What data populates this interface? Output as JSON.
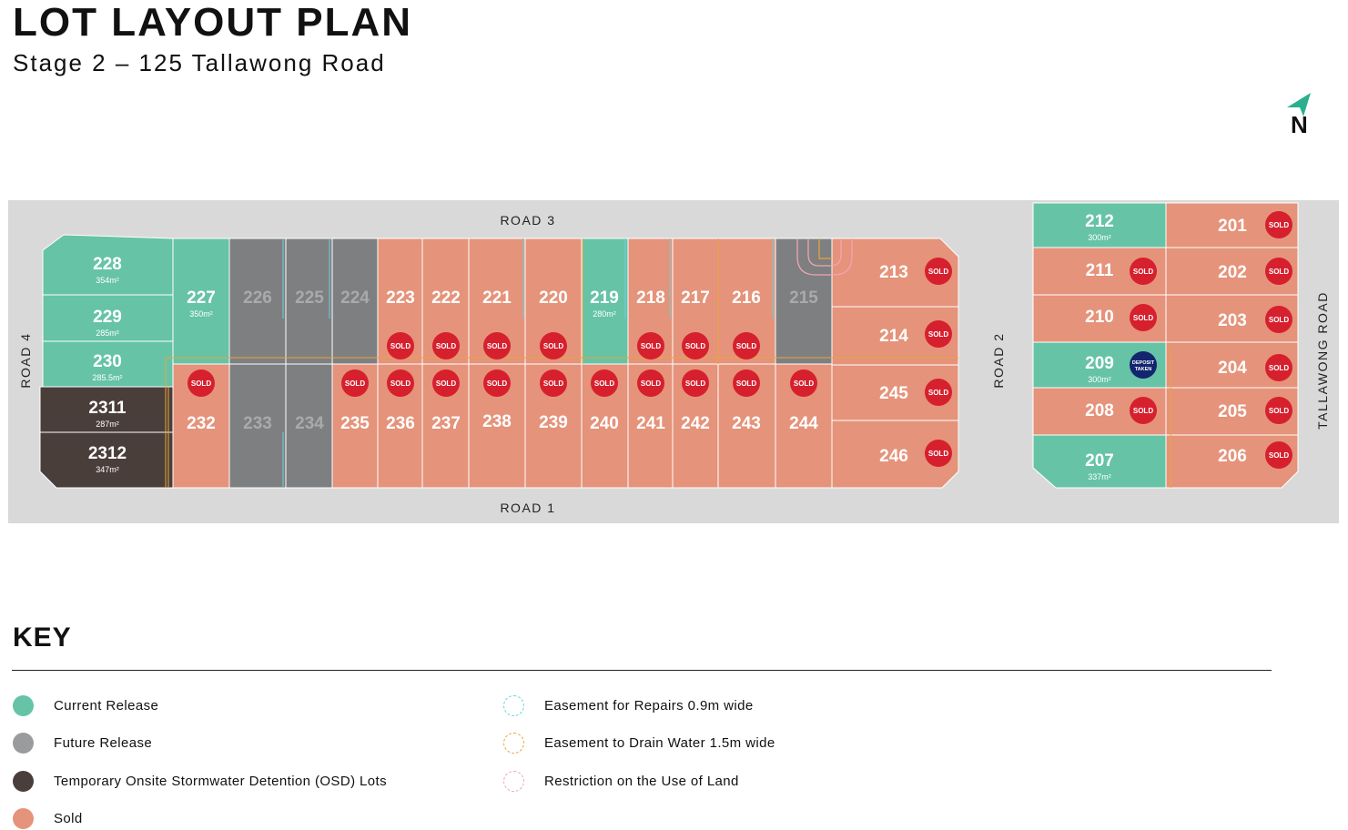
{
  "header": {
    "title": "LOT LAYOUT PLAN",
    "subtitle": "Stage 2 – 125 Tallawong Road",
    "north_label": "N"
  },
  "colors": {
    "current": "#66c3a6",
    "future": "#7e7f80",
    "osd": "#4a3e3a",
    "sold": "#e5937a",
    "road": "#d9d9d9",
    "sold_badge": "#d6202e",
    "deposit_badge": "#12256e",
    "north_arrow": "#2bb08e"
  },
  "roads": {
    "road3": "ROAD 3",
    "road1": "ROAD 1",
    "road2": "ROAD 2",
    "road4": "ROAD 4",
    "tallawong": "TALLAWONG ROAD"
  },
  "badges": {
    "sold": "SOLD",
    "deposit_line1": "DEPOSIT",
    "deposit_line2": "TAKEN"
  },
  "lots": [
    {
      "id": "228",
      "status": "current",
      "area": "354m²"
    },
    {
      "id": "229",
      "status": "current",
      "area": "285m²"
    },
    {
      "id": "230",
      "status": "current",
      "area": "285.5m²"
    },
    {
      "id": "2311",
      "status": "osd",
      "area": "287m²"
    },
    {
      "id": "2312",
      "status": "osd",
      "area": "347m²"
    },
    {
      "id": "227",
      "status": "current",
      "area": "350m²"
    },
    {
      "id": "232",
      "status": "sold"
    },
    {
      "id": "226",
      "status": "future"
    },
    {
      "id": "225",
      "status": "future"
    },
    {
      "id": "224",
      "status": "future"
    },
    {
      "id": "233",
      "status": "future"
    },
    {
      "id": "234",
      "status": "future"
    },
    {
      "id": "223",
      "status": "sold"
    },
    {
      "id": "222",
      "status": "sold"
    },
    {
      "id": "221",
      "status": "sold"
    },
    {
      "id": "220",
      "status": "sold"
    },
    {
      "id": "219",
      "status": "current",
      "area": "280m²"
    },
    {
      "id": "218",
      "status": "sold"
    },
    {
      "id": "217",
      "status": "sold"
    },
    {
      "id": "216",
      "status": "sold"
    },
    {
      "id": "215",
      "status": "future"
    },
    {
      "id": "235",
      "status": "sold"
    },
    {
      "id": "236",
      "status": "sold"
    },
    {
      "id": "237",
      "status": "sold"
    },
    {
      "id": "238",
      "status": "sold"
    },
    {
      "id": "239",
      "status": "sold"
    },
    {
      "id": "240",
      "status": "sold"
    },
    {
      "id": "241",
      "status": "sold"
    },
    {
      "id": "242",
      "status": "sold"
    },
    {
      "id": "243",
      "status": "sold"
    },
    {
      "id": "244",
      "status": "sold"
    },
    {
      "id": "213",
      "status": "sold"
    },
    {
      "id": "214",
      "status": "sold"
    },
    {
      "id": "245",
      "status": "sold"
    },
    {
      "id": "246",
      "status": "sold"
    },
    {
      "id": "212",
      "status": "current",
      "area": "300m²"
    },
    {
      "id": "211",
      "status": "sold"
    },
    {
      "id": "210",
      "status": "sold"
    },
    {
      "id": "209",
      "status": "current",
      "area": "300m²",
      "badge": "deposit"
    },
    {
      "id": "208",
      "status": "sold"
    },
    {
      "id": "207",
      "status": "current",
      "area": "337m²"
    },
    {
      "id": "201",
      "status": "sold"
    },
    {
      "id": "202",
      "status": "sold"
    },
    {
      "id": "203",
      "status": "sold"
    },
    {
      "id": "204",
      "status": "sold"
    },
    {
      "id": "205",
      "status": "sold"
    },
    {
      "id": "206",
      "status": "sold"
    }
  ],
  "key": {
    "title": "KEY",
    "items": [
      {
        "label": "Current Release",
        "color": "#66c3a6",
        "style": "fill"
      },
      {
        "label": "Future Release",
        "color": "#9a9b9c",
        "style": "fill"
      },
      {
        "label": "Temporary Onsite Stormwater Detention (OSD) Lots",
        "color": "#4a3e3a",
        "style": "fill"
      },
      {
        "label": "Sold",
        "color": "#e5937a",
        "style": "fill"
      },
      {
        "label": "Easement for Repairs 0.9m wide",
        "color": "#6ccfe0",
        "style": "dashed"
      },
      {
        "label": "Easement to Drain Water 1.5m wide",
        "color": "#e9a53a",
        "style": "dashed"
      },
      {
        "label": "Restriction on the Use of Land",
        "color": "#f2a3b3",
        "style": "dashed"
      }
    ]
  }
}
